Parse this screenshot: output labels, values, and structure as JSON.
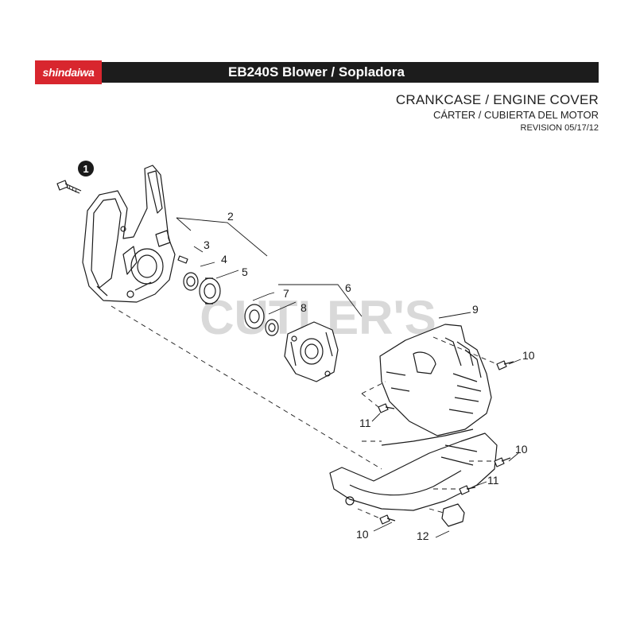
{
  "header": {
    "brand": "shindaiwa",
    "title": "EB240S Blower / Sopladora"
  },
  "section": {
    "title": "CRANKCASE / ENGINE COVER",
    "subtitle": "CÁRTER / CUBIERTA DEL MOTOR",
    "revision": "REVISION 05/17/12"
  },
  "watermark": "CUTLER'S",
  "callouts": {
    "c1": "1",
    "c2": "2",
    "c3": "3",
    "c4": "4",
    "c5": "5",
    "c6": "6",
    "c7": "7",
    "c8": "8",
    "c9": "9",
    "c10a": "10",
    "c10b": "10",
    "c10c": "10",
    "c11a": "11",
    "c11b": "11",
    "c12": "12"
  },
  "colors": {
    "brand_red": "#d8262e",
    "header_black": "#1c1c1c",
    "line": "#1a1a1a"
  }
}
